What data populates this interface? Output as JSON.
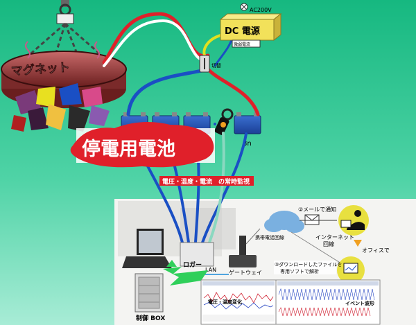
{
  "labels": {
    "ac": "AC200V",
    "dc": "DC 電源",
    "micro_current": "微弱電流",
    "switch": "切替",
    "magnet": "マグネット",
    "battery_count": "8n",
    "backup_battery": "停電用電池",
    "monitor": "電圧・温度・電流　の常時監視",
    "logger": "ロガー",
    "lan": "LAN",
    "gateway": "ゲートウェイ",
    "cell_line": "携帯電話回線",
    "email_step": "②メールで通知",
    "internet": "インターネット\n回線",
    "office": "オフィスで",
    "download_step_1": "③ダウンロードしたファイルを",
    "download_step_2": "専用ソフトで解析",
    "control_box": "制御 BOX",
    "chart_title_1": "電圧・温度変化",
    "chart_title_2": "イベント波形"
  },
  "colors": {
    "bg_top": "#1fc08a",
    "bg_bottom": "#7fe0c0",
    "red_wire": "#e0202a",
    "blue_wire": "#1a4fc4",
    "dc_box": "#f2e15a",
    "magnet_body": "#7a2a2a",
    "label_red": "#e0202a"
  }
}
